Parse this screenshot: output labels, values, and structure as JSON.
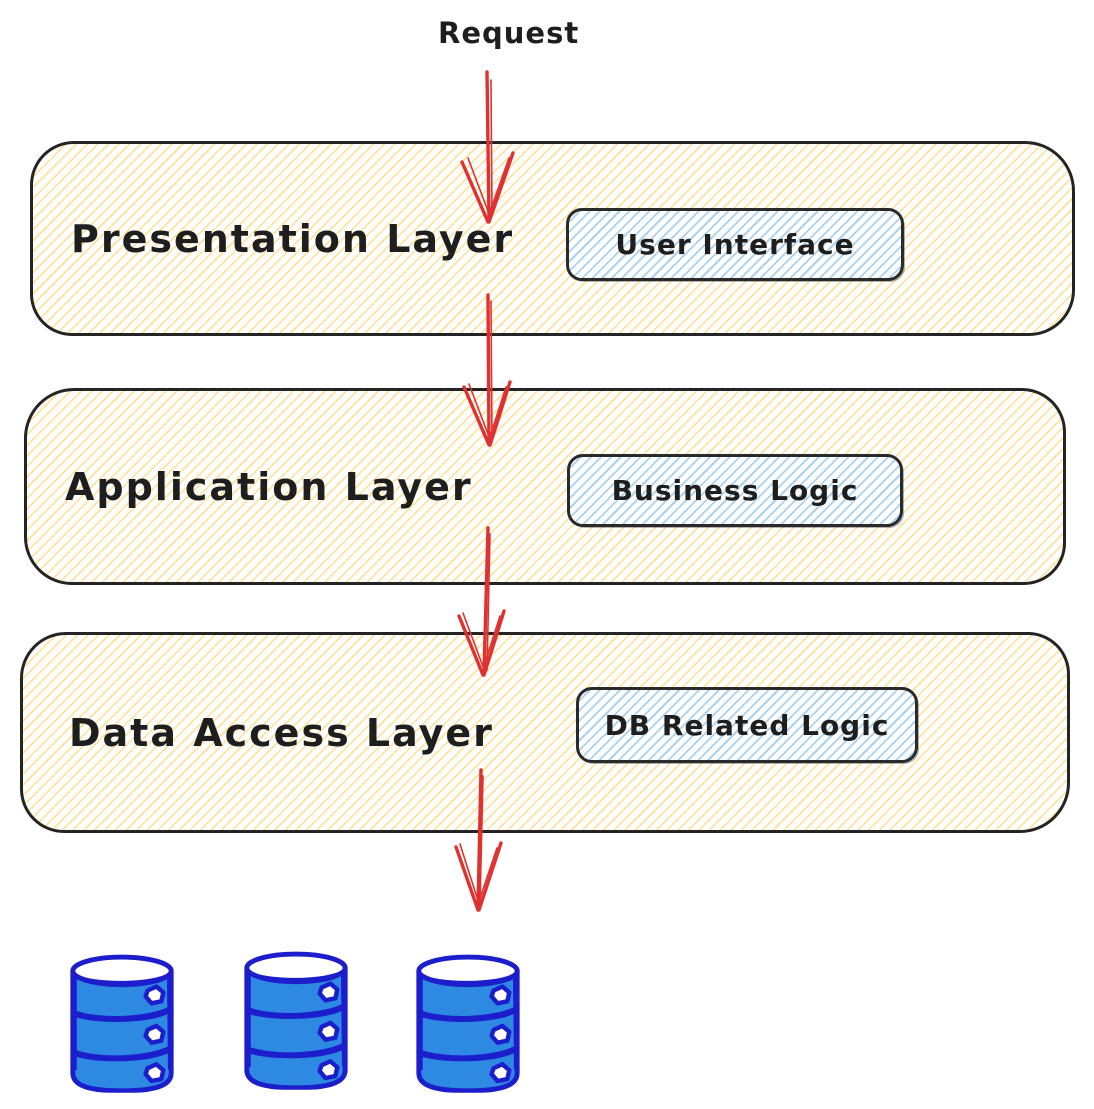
{
  "diagram": {
    "request_label": "Request",
    "layers": [
      {
        "name": "Presentation Layer",
        "component": "User Interface"
      },
      {
        "name": "Application Layer",
        "component": "Business Logic"
      },
      {
        "name": "Data Access Layer",
        "component": "DB Related Logic"
      }
    ],
    "databases": {
      "count": 3,
      "icon": "database-cylinder-icon"
    },
    "icons": {
      "flow_arrow": "red-down-arrow-icon"
    },
    "colors": {
      "layer_fill_hatch": "#ffcd54",
      "component_fill_hatch": "#74b6e8",
      "outline": "#1e1e1e",
      "arrow": "#e03131",
      "database_fill": "#2d89e2",
      "database_stroke": "#1c1ecb",
      "background": "#ffffff"
    }
  }
}
